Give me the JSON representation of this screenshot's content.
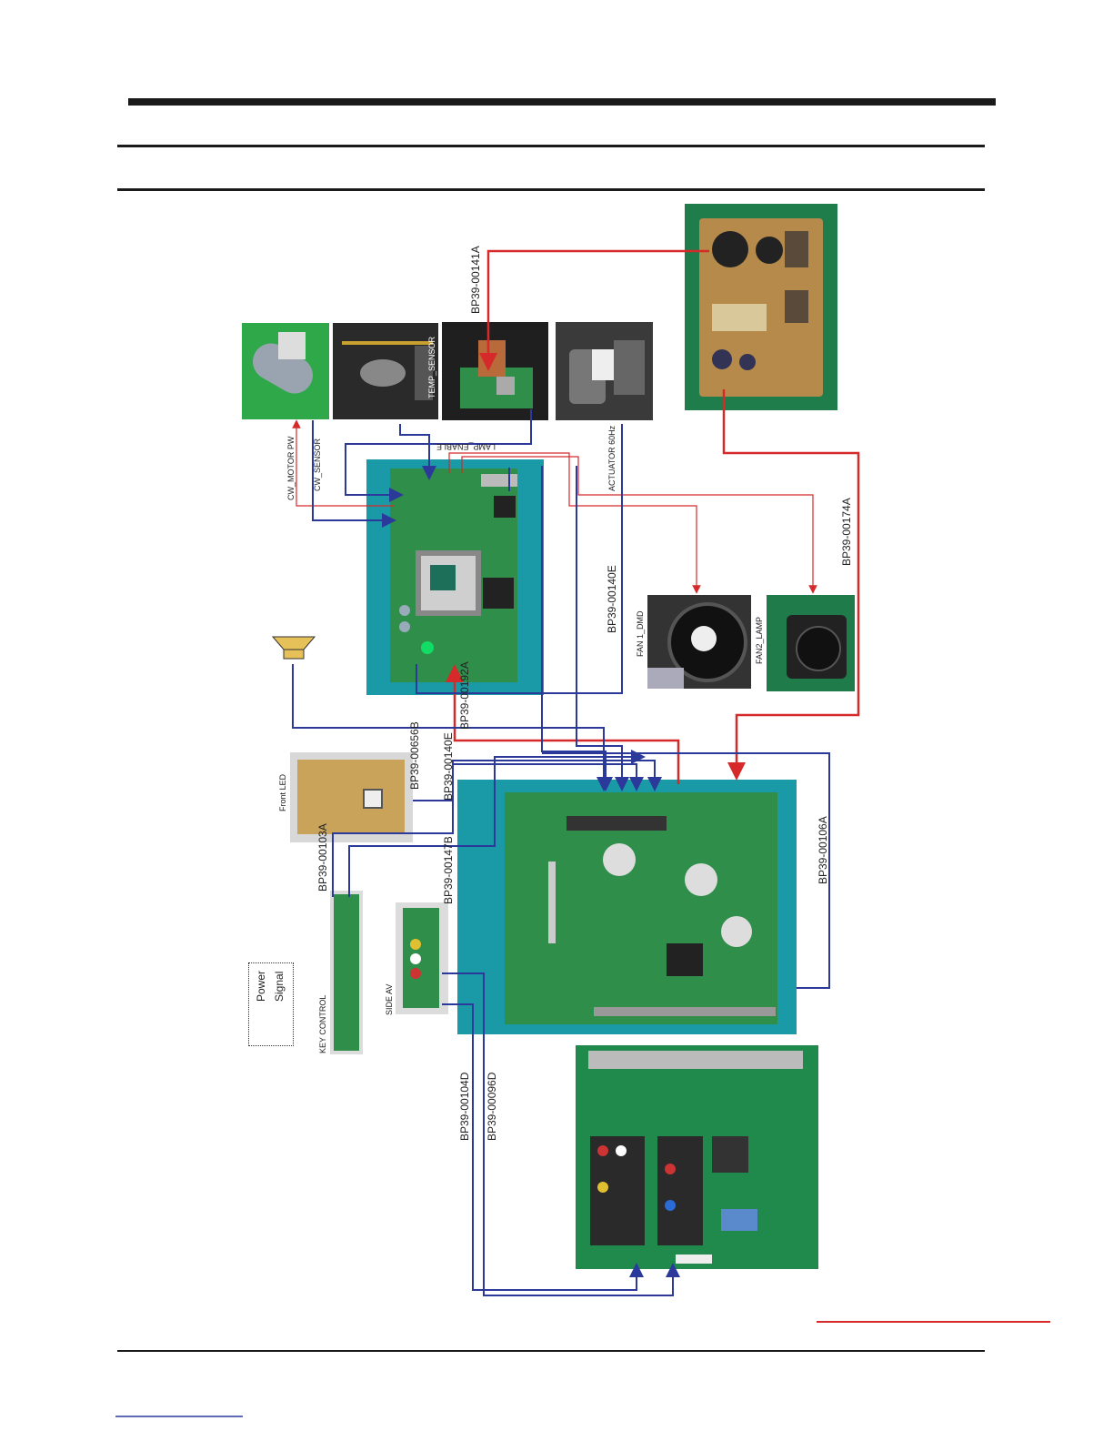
{
  "labels": {
    "bp_141a": "BP39-00141A",
    "temp_sensor": "TEMP_SENSOR",
    "lamp_enable": "LAMP_ENABLE",
    "cw_motor_pw": "CW_MOTOR PW",
    "cw_sensor": "CW_SENSOR",
    "actuator": "ACTUATOR 60Hz",
    "bp_174a": "BP39-00174A",
    "bp_140e_a": "BP39-00140E",
    "fan1": "FAN 1_DMD",
    "fan2": "FAN2_LAMP",
    "bp_192a": "BP39-00192A",
    "bp_656b": "BP39-00656B",
    "bp_140e_b": "BP39-00140E",
    "front_led": "Front LED",
    "bp_103a": "BP39-00103A",
    "bp_147b": "BP39-00147B",
    "bp_106a": "BP39-00106A",
    "key_control": "KEY CONTROL",
    "side_av": "SIDE AV",
    "bp_104d": "BP39-00104D",
    "bp_096d": "BP39-00096D"
  },
  "legend": {
    "power": "Power",
    "signal": "Signal"
  },
  "colors": {
    "power": "#d62a2a",
    "signal": "#2b3a9a",
    "pcb_green": "#2f8f4a",
    "board_bg": "#1a9aa6"
  }
}
